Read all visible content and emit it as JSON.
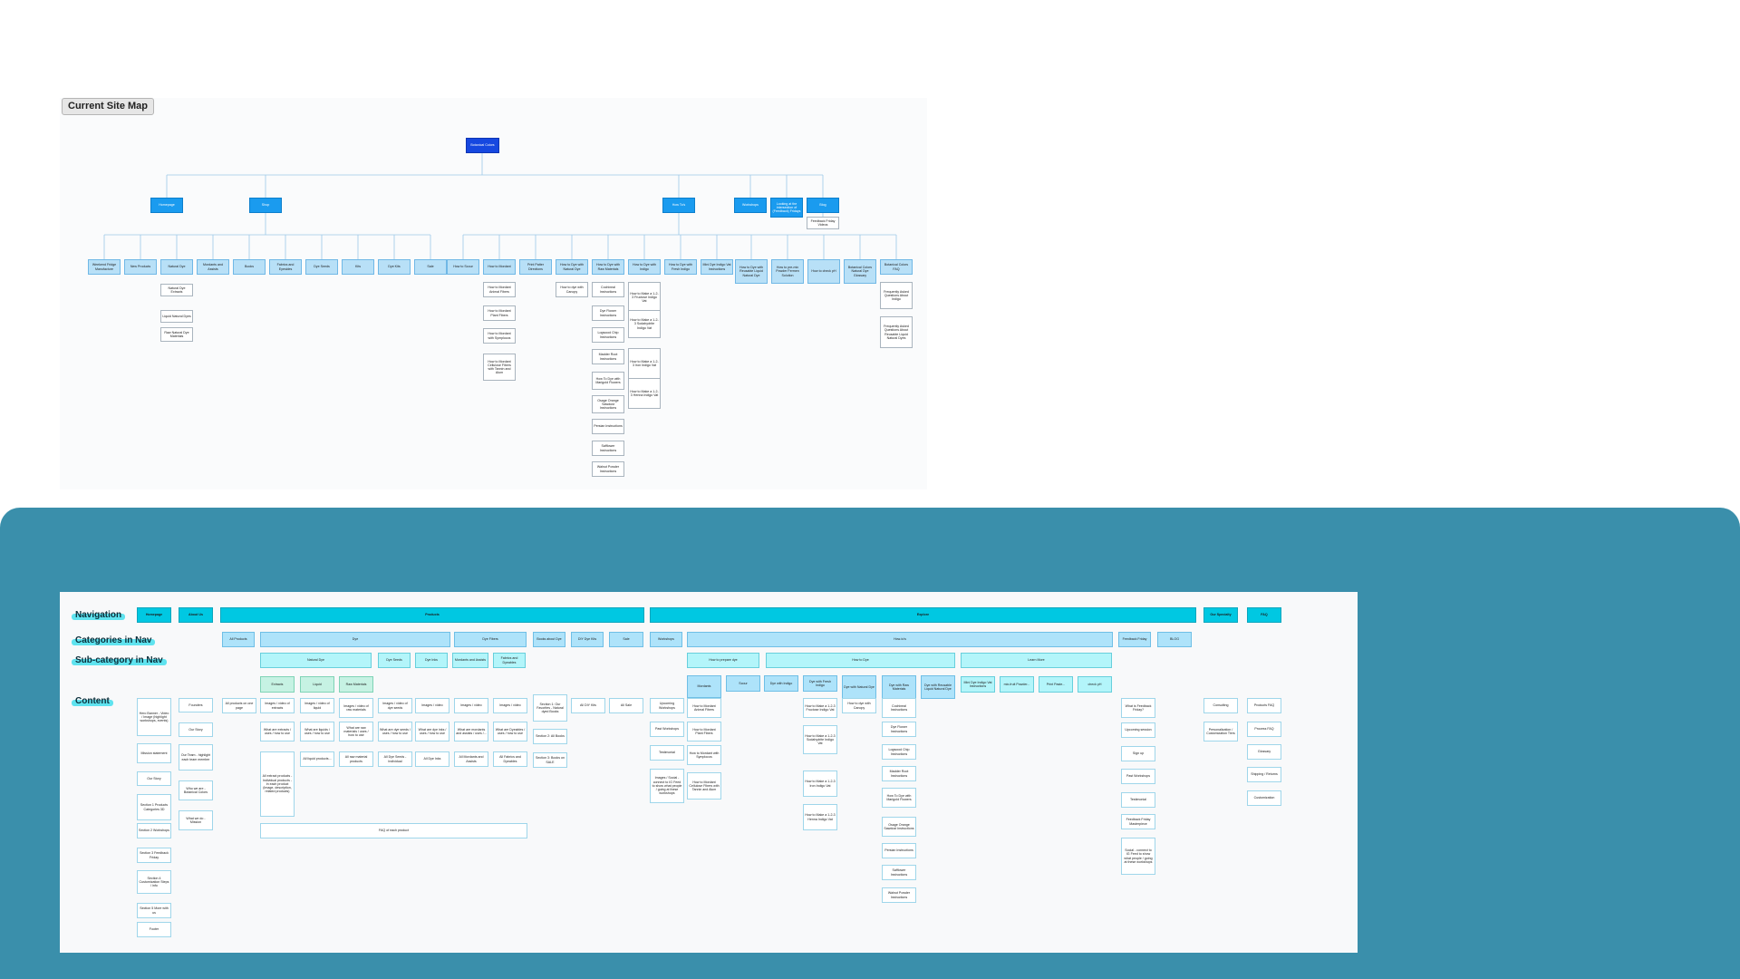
{
  "current_site_map": {
    "title": "Current Site Map",
    "root": "Botanical Colors",
    "sections": [
      "Homepage",
      "Shop",
      "How To's",
      "Workshops",
      "Looking at the intersection of (Feedback) Fridays",
      "Blog"
    ],
    "blog_sub": [
      "Feedback Friday Videos"
    ],
    "shop_cats": [
      "Weekend Fridge Manufacture",
      "New Products",
      "Natural Dye",
      "Mordants and Assists",
      "Books",
      "Fabrics and Eyesides",
      "Dye Seeds",
      "Kits",
      "Dye Kits",
      "Sale"
    ],
    "natural_dye_sub": [
      "Natural Dye Extracts",
      "Liquid Natural Dyes",
      "Raw Natural Dye Materials"
    ],
    "howto_cats": [
      "How to Scour",
      "How to Mordant",
      "Print Patter Directions",
      "How to Dye with Natural Dye",
      "How to Dye with Raw Materials",
      "How to Dye with Indigo",
      "How to Dye with Fresh Indigo",
      "Mini Dye Indigo Vat Instructions",
      "How to Dye with Reusable Liquid Natural Dye",
      "How to pre-mix Powder Fermen Solution",
      "How to check pH",
      "Botanical Colors Natural Dye Glossary",
      "Botanical Colors FAQ"
    ],
    "mordant_sub": [
      "How to Mordant Animal Fibers",
      "How to Mordant Plant Fibers",
      "How to Mordant with Symplocos",
      "How to Mordant Cellulose Fibers with Tannin and Alum"
    ],
    "natural_sub": [
      "How to dye with Canopy"
    ],
    "raw_sub": [
      "Cochineal Instructions",
      "Dye Flower Instructions",
      "Logwood Chip Instructions",
      "Madder Root Instructions",
      "How To Dye with Marigold Flowers",
      "Osage Orange Sawdust Instructions",
      "Persian Instructions",
      "Safflower Instructions",
      "Walnut Powder Instructions"
    ],
    "indigo_sub": [
      "How to Make a 1-2-3 Fructose Indigo Vat",
      "How to Make a 1-2-3 Sodahydrite Indigo Vat",
      "How to Make a 1-2-3 Iron Indigo Vat",
      "How to Make a 1-2-3 Henna Indigo Vat"
    ],
    "faq_sub": [
      "Frequently Asked Questions About Indigo",
      "Frequently Asked Questions About Reusable Liquid Natural Dyes"
    ]
  },
  "proposed": {
    "row_labels": {
      "navigation": "Navigation",
      "categories": "Categories in Nav",
      "subcategory": "Sub-category in Nav",
      "content": "Content"
    },
    "nav": [
      "Homepage",
      "About Us",
      "Products",
      "Explore",
      "Our Specialty",
      "FAQ"
    ],
    "categories": [
      "All Products",
      "Dye",
      "Dye Fibers",
      "Books about Dye",
      "DIY Dye Kits",
      "Sale",
      "Workshops",
      "How-to's",
      "Feedback Friday",
      "BLOG"
    ],
    "subcategories": [
      "Natural Dye",
      "Dye Seeds",
      "Dye Inks",
      "Mordants and Assists",
      "Fabrics and Dyeables",
      "How to prepare dye",
      "How to Dye",
      "Learn More"
    ],
    "sub2": [
      "Extracts",
      "Liquid",
      "Raw Materials",
      "Mordants",
      "Scour",
      "Dye with Indigo",
      "Dye with Fresh Indigo",
      "Dye with Natural Dye",
      "Dye with Raw Materials",
      "Dye with Reusable Liquid Natural Dye",
      "Mini Dye Indigo Vat Instructions",
      "mix-fruit Powder...",
      "Print Paste...",
      "check pH"
    ],
    "content_home": [
      "Hero Banner - Video / Image (highlight workshops, events)",
      "Mission statement",
      "Our Story",
      "Section 1 Products Categories 3D",
      "Section 2 Workshops",
      "Section 3 Feedback Friday",
      "Section 4 Customization Steps / info",
      "Section 5 More with us",
      "Footer"
    ],
    "content_about": [
      "Founders",
      "Our Story",
      "Our Team - highlight each team member",
      "Who we are - Botanical Colors",
      "What we do - Mission"
    ],
    "content_products": [
      "All products on one page",
      "Images / video of extracts",
      "What are extracts / uses / how to use",
      "All extract products - Individual products - In each product (Image, description, related products)",
      "Images / video of liquid",
      "What are liquids / uses / how to use",
      "All liquid products...",
      "Images / video of raw materials",
      "What are raw materials / uses / how to use",
      "All raw material products",
      "Images / video of dye seeds",
      "What are dye seeds / uses / how to use",
      "All Dye Seeds - Individual",
      "Images / video",
      "What are dye inks / uses / how to use",
      "All Dye Inks",
      "Images / video",
      "What are mordants and assists / uses /...",
      "All Mordants and Assists",
      "Images / video",
      "What are Dyeables / uses / how to use",
      "All Fabrics and Dyeables",
      "Section 1: Our Favorites - Natural dyed Books",
      "Section 2: All Books",
      "Section 3: Books on SALE",
      "All DIY Kits",
      "All Sale",
      "FAQ of each product"
    ],
    "content_explore": [
      "Upcoming Workshops",
      "Past Workshops",
      "Testimonial",
      "Images / Social - connect to IG Feed to show what people / going at these workshops",
      "How to Mordant Animal Fibers",
      "How to Mordant Plant Fibers",
      "How to Mordant with Symplocos",
      "How to Mordant Cellulose Fibers with Tannin and Alum",
      "How to Make a 1-2-3 Fructose Indigo Vat",
      "How to Make a 1-2-3 Sodahydrite Indigo Vat",
      "How to Make a 1-2-3 Iron Indigo Vat",
      "How to Make a 1-2-3 Henna Indigo Vat",
      "How to dye with Canopy",
      "Cochineal Instructions",
      "Dye Flower Instructions",
      "Logwood Chip Instructions",
      "Madder Root Instructions",
      "How To Dye with Marigold Flowers",
      "Osage Orange Sawdust Instructions",
      "Persian Instructions",
      "Safflower Instructions",
      "Walnut Powder Instructions"
    ],
    "content_feedback": [
      "What is Feedback Friday?",
      "Upcoming session",
      "Sign up",
      "Past Workshops",
      "Testimonial",
      "Feedback Friday Masterpiece",
      "Social - connect to IG Feed to show what people / going at these workshops"
    ],
    "content_specialty": [
      "Consulting",
      "Personalization / Customization Tiers"
    ],
    "content_faq": [
      "Products FAQ",
      "Process FAQ",
      "Glossary",
      "Shipping / Returns",
      "Customization"
    ]
  }
}
